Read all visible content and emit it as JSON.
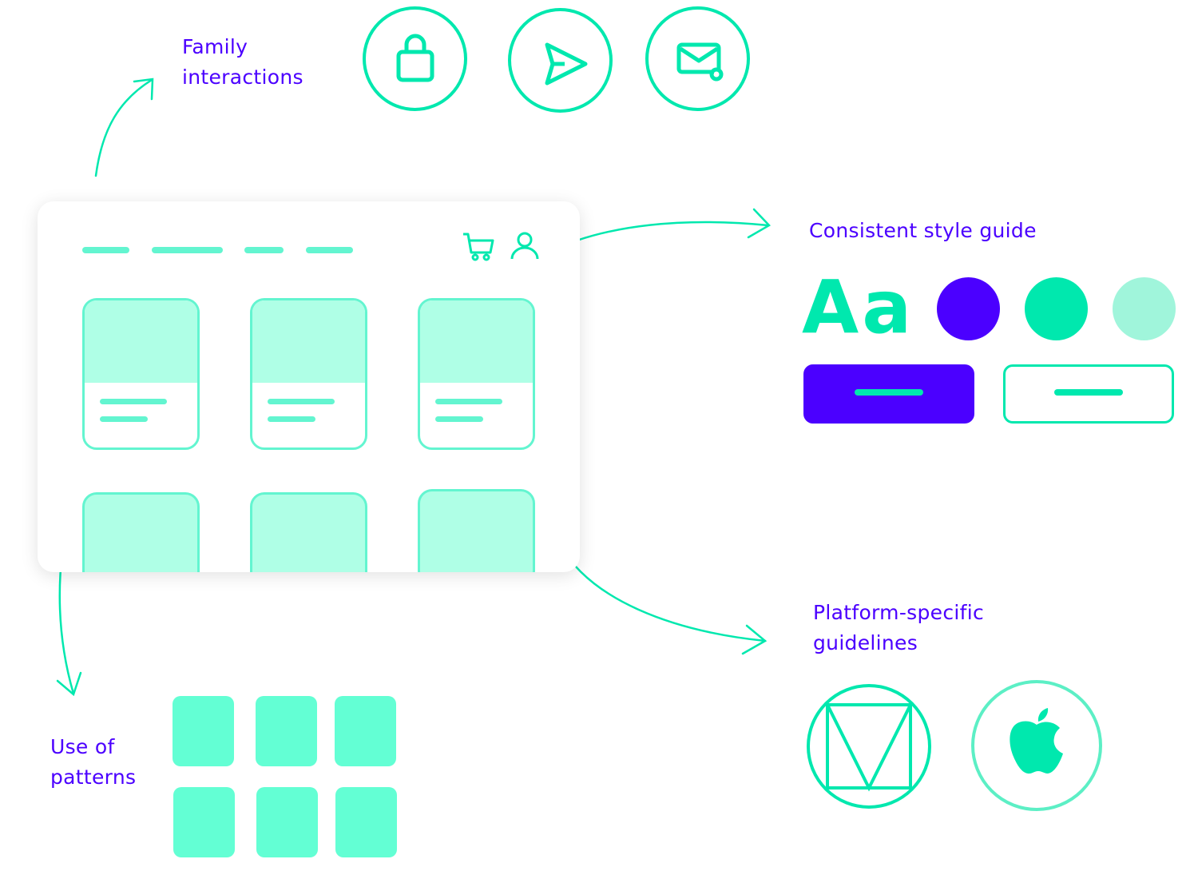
{
  "labels": {
    "family_interactions": [
      "Family",
      "interactions"
    ],
    "style_guide": "Consistent style guide",
    "platform": [
      "Platform-specific",
      "guidelines"
    ],
    "patterns": [
      "Use of",
      "patterns"
    ]
  },
  "style_guide": {
    "typography_sample": "Aa",
    "swatches": [
      "#4B00FF",
      "#00E8AE",
      "#A0F5DB"
    ]
  },
  "icons": {
    "family": [
      "lock-icon",
      "send-icon",
      "mail-settings-icon"
    ],
    "platforms": [
      "material-design-icon",
      "apple-icon"
    ],
    "browser": [
      "cart-icon",
      "user-icon"
    ]
  },
  "colors": {
    "accent": "#00E8AE",
    "brand": "#4B00FF",
    "light": "#63F5D0",
    "pale": "#AFFFE6"
  }
}
